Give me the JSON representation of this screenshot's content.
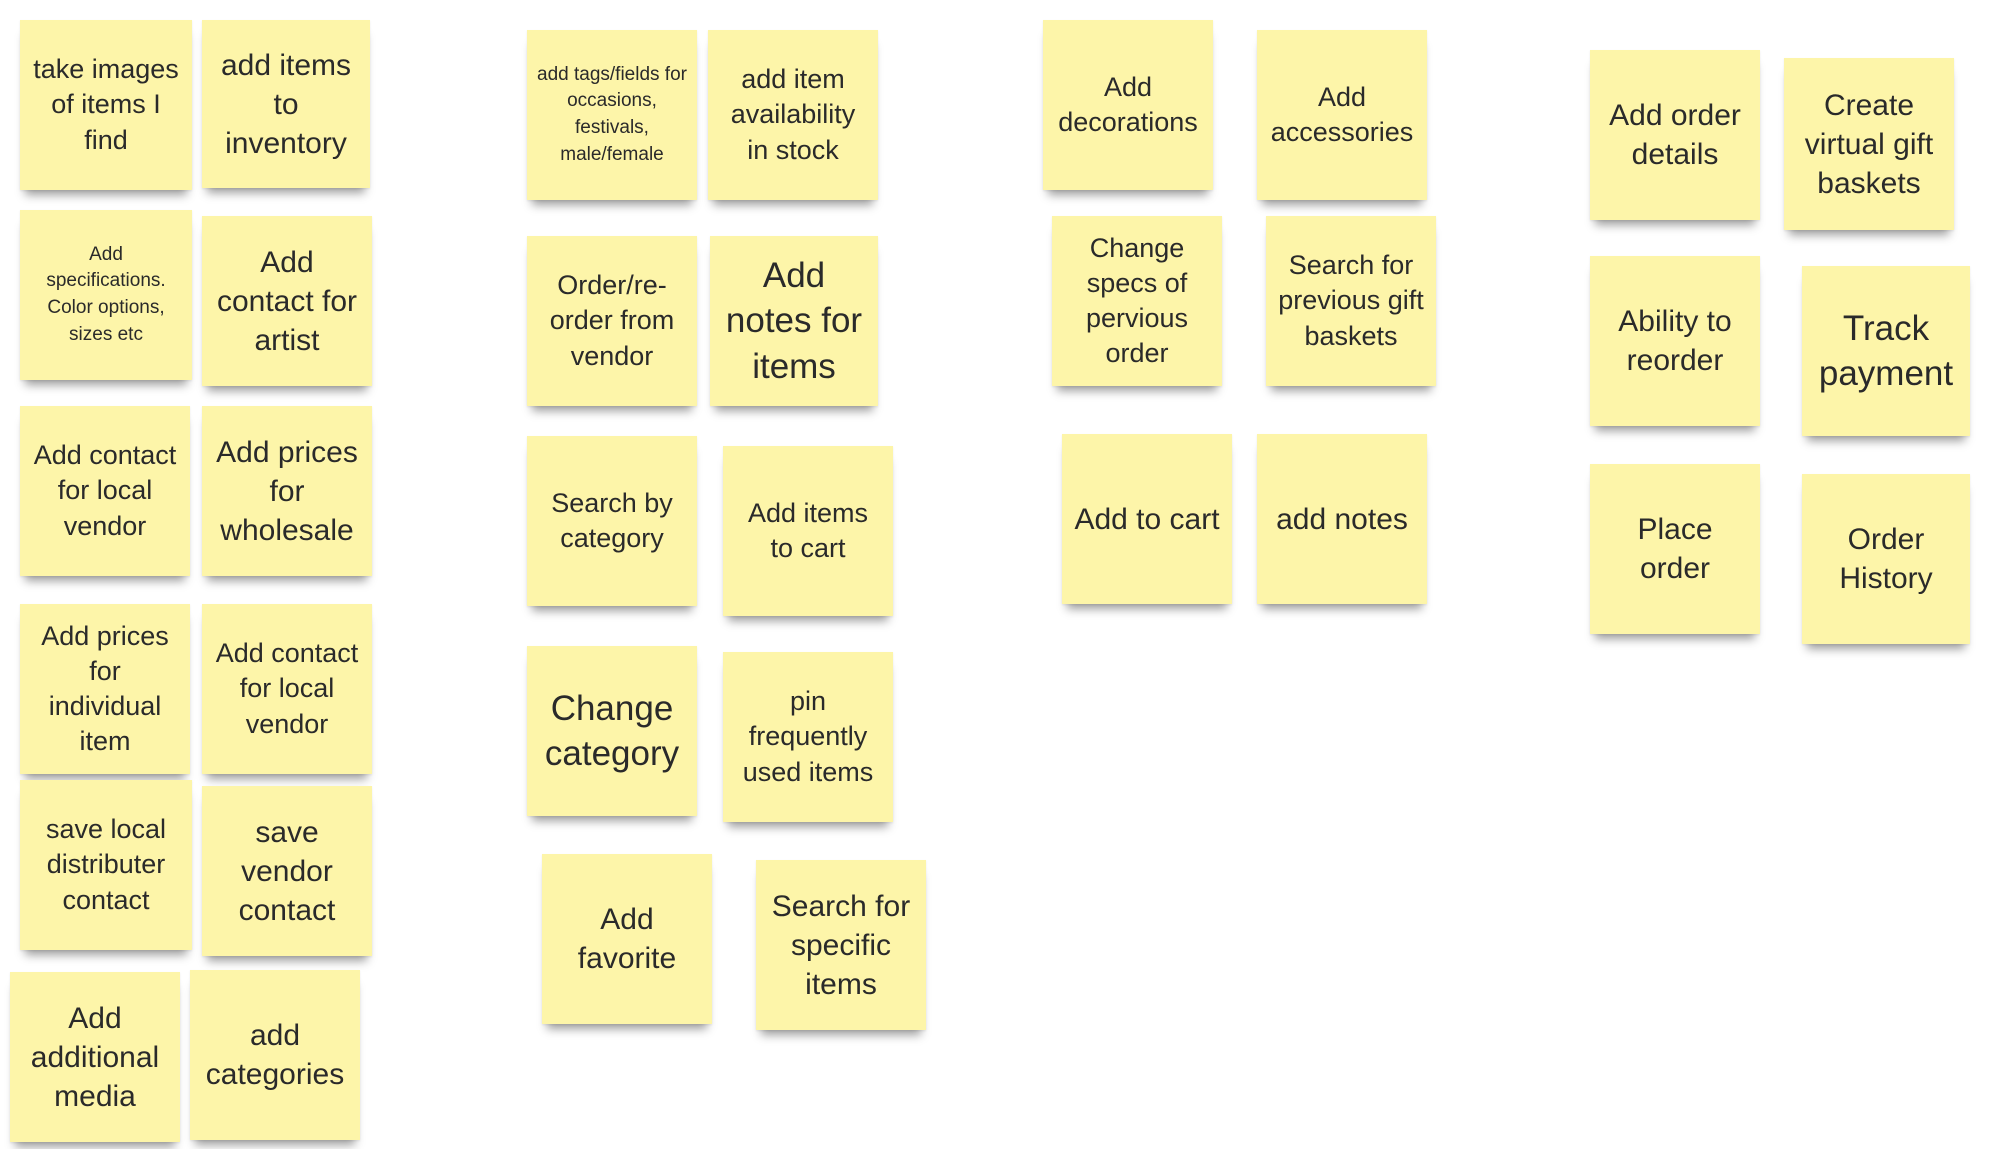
{
  "board": {
    "columns": [
      {
        "notes": [
          {
            "text": "take images of items I find"
          },
          {
            "text": "add items to inventory"
          },
          {
            "text": "Add specifications. Color options, sizes etc"
          },
          {
            "text": "Add contact for artist"
          },
          {
            "text": "Add contact for local vendor"
          },
          {
            "text": "Add prices for wholesale"
          },
          {
            "text": "Add prices for individual item"
          },
          {
            "text": "Add contact for local vendor"
          },
          {
            "text": "save local distributer contact"
          },
          {
            "text": "save vendor contact"
          },
          {
            "text": "Add additional media"
          },
          {
            "text": "add categories"
          }
        ]
      },
      {
        "notes": [
          {
            "text": "add tags/fields for occasions, festivals, male/female"
          },
          {
            "text": "add item availability in stock"
          },
          {
            "text": "Order/re-order from vendor"
          },
          {
            "text": "Add notes for items"
          },
          {
            "text": "Search by category"
          },
          {
            "text": "Add items to cart"
          },
          {
            "text": "Change category"
          },
          {
            "text": "pin frequently used items"
          },
          {
            "text": "Add favorite"
          },
          {
            "text": "Search for specific items"
          }
        ]
      },
      {
        "notes": [
          {
            "text": "Add decorations"
          },
          {
            "text": "Add accessories"
          },
          {
            "text": "Change specs of pervious order"
          },
          {
            "text": "Search for previous gift baskets"
          },
          {
            "text": "Add to cart"
          },
          {
            "text": "add notes"
          }
        ]
      },
      {
        "notes": [
          {
            "text": "Add order details"
          },
          {
            "text": "Create virtual gift baskets"
          },
          {
            "text": "Ability to reorder"
          },
          {
            "text": "Track payment"
          },
          {
            "text": "Place order"
          },
          {
            "text": "Order History"
          }
        ]
      }
    ]
  }
}
